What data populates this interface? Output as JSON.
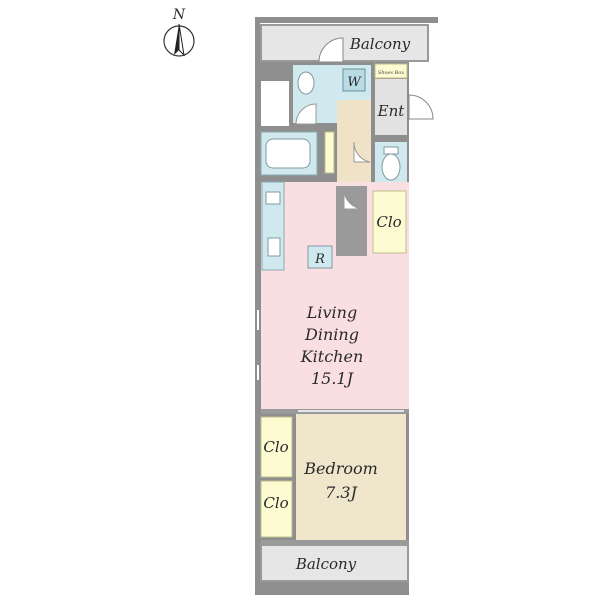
{
  "compass": {
    "north_label": "N"
  },
  "rooms": {
    "balcony_top": "Balcony",
    "balcony_bottom": "Balcony",
    "entrance": "Ent",
    "shoes_box": "Shoes Box",
    "washer": "W",
    "refrigerator": "R",
    "closet_entry": "Clo",
    "closet_bed_1": "Clo",
    "closet_bed_2": "Clo",
    "ldk_line1": "Living",
    "ldk_line2": "Dining",
    "ldk_line3": "Kitchen",
    "ldk_size": "15.1J",
    "bedroom_name": "Bedroom",
    "bedroom_size": "7.3J"
  },
  "colors": {
    "wall": "#9a9a9a",
    "balcony": "#e6e6e6",
    "ldk": "#f9dfe1",
    "bedroom": "#efe6cc",
    "closet": "#fdfbd2",
    "wet_area": "#cfe9ef",
    "hall": "#efe2c6",
    "entrance": "#e2e2e2"
  }
}
